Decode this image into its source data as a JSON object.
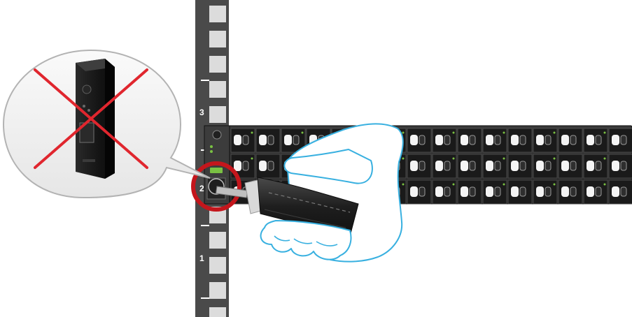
{
  "diagram": {
    "rack_unit_labels": [
      "3",
      "2",
      "1"
    ],
    "callout_status": "incorrect",
    "colors": {
      "rack_rail": "#4a4a4a",
      "rail_hole": "#dcdcdc",
      "enclosure": "#2c2c2c",
      "drive_bay": "#1a1a1a",
      "led_green": "#7ac143",
      "highlight_ring": "#c4161c",
      "red_cross": "#e0262e",
      "hand_outline": "#38b0e0",
      "callout_bg": "#f2f2f2",
      "callout_border": "#b3b3b3"
    },
    "icons": {
      "hand": "hand-holding-screwdriver-icon",
      "cross": "red-x-icon",
      "device": "ear-module-icon"
    }
  }
}
